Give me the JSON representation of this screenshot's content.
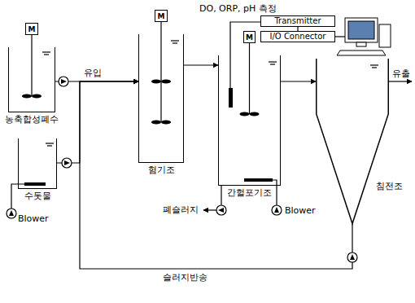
{
  "diagram": {
    "nodes": [
      {
        "text": [
          "M"
        ]
      },
      {
        "text": [
          "농축합성폐수"
        ]
      },
      {
        "text": [
          "수돗물"
        ]
      },
      {
        "text": [
          "M"
        ]
      },
      {
        "text": [
          "혐기조"
        ]
      },
      {
        "text": [
          "Transmitter"
        ]
      },
      {
        "text": [
          "I/O Connector"
        ]
      },
      {
        "text": [
          "M"
        ]
      },
      {
        "text": [
          "간헐포기조"
        ]
      },
      {
        "text": [
          "침전조"
        ]
      }
    ],
    "edges": [
      {
        "from": 0,
        "to": 1,
        "arrow": "none"
      },
      {
        "from": 3,
        "to": 4,
        "arrow": "none"
      },
      {
        "from": 7,
        "to": 8,
        "arrow": "none"
      },
      {
        "from": 1,
        "to": 4,
        "arrow": "to"
      },
      {
        "from": 2,
        "to": 4,
        "arrow": "to"
      },
      {
        "from": 4,
        "to": 8,
        "arrow": "to"
      },
      {
        "from": 8,
        "to": 9,
        "arrow": "to"
      },
      {
        "from": 9,
        "to": 4,
        "arrow": "to",
        "label": "슬러지반송"
      },
      {
        "from": 5,
        "to": 6,
        "arrow": "none"
      },
      {
        "from": 5,
        "to": 8,
        "arrow": "none"
      }
    ],
    "labels": [
      "DO, ORP, pH 측정",
      "유입",
      "유출",
      "폐슬러지",
      "Blower",
      "Blower"
    ]
  }
}
